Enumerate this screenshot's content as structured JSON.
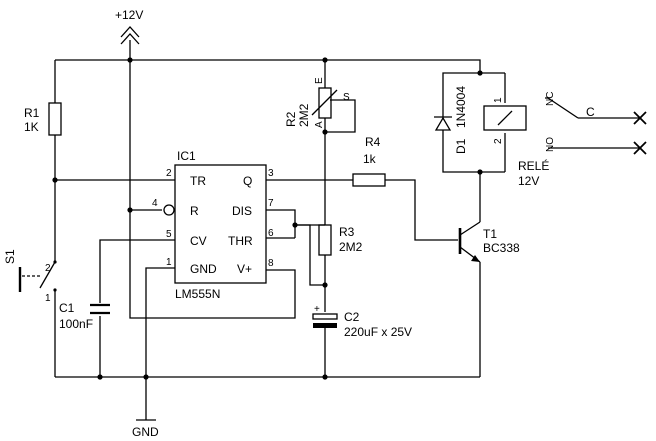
{
  "supply": {
    "vcc": "+12V",
    "gnd": "GND"
  },
  "r1": {
    "ref": "R1",
    "value": "1K"
  },
  "r2": {
    "ref": "R2",
    "value": "2M2",
    "pin_e": "E",
    "pin_a": "A",
    "pin_s": "S"
  },
  "r3": {
    "ref": "R3",
    "value": "2M2"
  },
  "r4": {
    "ref": "R4",
    "value": "1k"
  },
  "s1": {
    "ref": "S1",
    "pin1": "1",
    "pin2": "2"
  },
  "c1": {
    "ref": "C1",
    "value": "100nF"
  },
  "c2": {
    "ref": "C2",
    "value": "220uF x 25V",
    "plus": "+"
  },
  "ic1": {
    "ref": "IC1",
    "part": "LM555N",
    "pins": [
      {
        "num": "2",
        "label": "TR"
      },
      {
        "num": "4",
        "label": "R"
      },
      {
        "num": "5",
        "label": "CV"
      },
      {
        "num": "1",
        "label": "GND"
      },
      {
        "num": "3",
        "label": "Q"
      },
      {
        "num": "7",
        "label": "DIS"
      },
      {
        "num": "6",
        "label": "THR"
      },
      {
        "num": "8",
        "label": "V+"
      }
    ]
  },
  "d1": {
    "ref": "D1",
    "part": "1N4004"
  },
  "t1": {
    "ref": "T1",
    "part": "BC338"
  },
  "relay": {
    "name": "RELÉ",
    "voltage": "12V",
    "coil_pin1": "1",
    "coil_pin2": "2",
    "nc": "NC",
    "no": "NO",
    "c": "C"
  }
}
